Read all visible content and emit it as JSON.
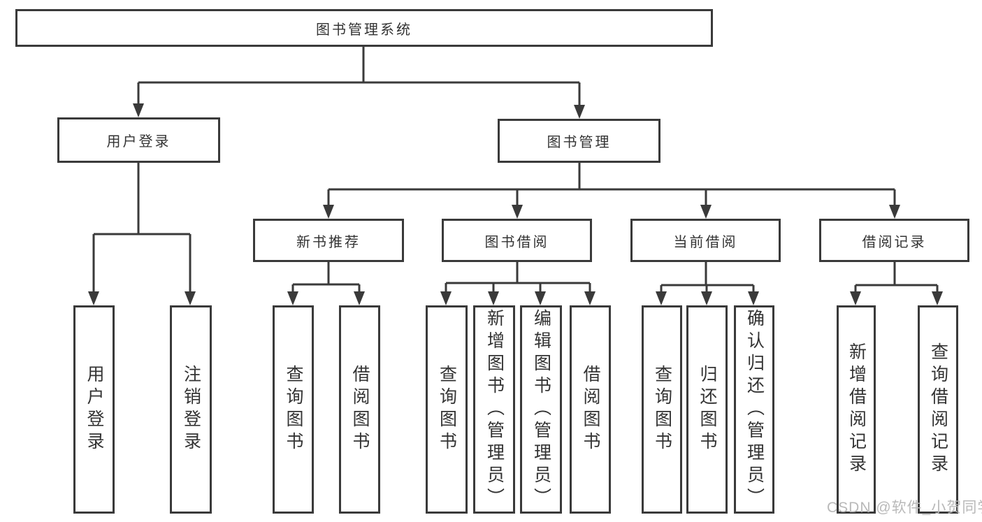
{
  "tree": {
    "root": {
      "label": "图书管理系统",
      "children": [
        {
          "label": "用户登录",
          "children": [
            {
              "label": "用户登录"
            },
            {
              "label": "注销登录"
            }
          ]
        },
        {
          "label": "图书管理",
          "children": [
            {
              "label": "新书推荐",
              "children": [
                {
                  "label": "查询图书"
                },
                {
                  "label": "借阅图书"
                }
              ]
            },
            {
              "label": "图书借阅",
              "children": [
                {
                  "label": "查询图书"
                },
                {
                  "label": "新增图书（管理员）"
                },
                {
                  "label": "编辑图书（管理员）"
                },
                {
                  "label": "借阅图书"
                }
              ]
            },
            {
              "label": "当前借阅",
              "children": [
                {
                  "label": "查询图书"
                },
                {
                  "label": "归还图书"
                },
                {
                  "label": "确认归还（管理员）"
                }
              ]
            },
            {
              "label": "借阅记录",
              "children": [
                {
                  "label": "新增借阅记录"
                },
                {
                  "label": "查询借阅记录"
                }
              ]
            }
          ]
        }
      ]
    }
  },
  "watermark": {
    "text": "CSDN @软件_小贺同学"
  },
  "colors": {
    "line": "#3a3a3a",
    "text": "#333333",
    "box_background": "#ffffff",
    "watermark": "#b9b9b9",
    "background": "#ffffff"
  }
}
